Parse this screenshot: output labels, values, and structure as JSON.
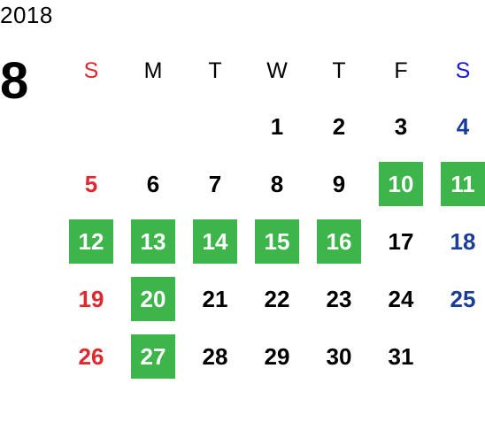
{
  "calendar": {
    "year": "2018",
    "month": "8",
    "weekdays": [
      {
        "label": "S",
        "color": "#e0282e"
      },
      {
        "label": "M",
        "color": "#000000"
      },
      {
        "label": "T",
        "color": "#000000"
      },
      {
        "label": "W",
        "color": "#000000"
      },
      {
        "label": "T",
        "color": "#000000"
      },
      {
        "label": "F",
        "color": "#000000"
      },
      {
        "label": "S",
        "color": "#1a1adc"
      }
    ],
    "colors": {
      "highlight": "#3db54a",
      "sunday": "#e0282e",
      "saturday": "#1a3d9a",
      "weekday": "#000000"
    },
    "weeks": [
      [
        null,
        null,
        null,
        {
          "day": "1"
        },
        {
          "day": "2"
        },
        {
          "day": "3"
        },
        {
          "day": "4"
        }
      ],
      [
        {
          "day": "5"
        },
        {
          "day": "6"
        },
        {
          "day": "7"
        },
        {
          "day": "8"
        },
        {
          "day": "9"
        },
        {
          "day": "10",
          "highlight": true
        },
        {
          "day": "11",
          "highlight": true
        }
      ],
      [
        {
          "day": "12",
          "highlight": true
        },
        {
          "day": "13",
          "highlight": true
        },
        {
          "day": "14",
          "highlight": true
        },
        {
          "day": "15",
          "highlight": true
        },
        {
          "day": "16",
          "highlight": true
        },
        {
          "day": "17"
        },
        {
          "day": "18"
        }
      ],
      [
        {
          "day": "19"
        },
        {
          "day": "20",
          "highlight": true
        },
        {
          "day": "21"
        },
        {
          "day": "22"
        },
        {
          "day": "23"
        },
        {
          "day": "24"
        },
        {
          "day": "25"
        }
      ],
      [
        {
          "day": "26"
        },
        {
          "day": "27",
          "highlight": true
        },
        {
          "day": "28"
        },
        {
          "day": "29"
        },
        {
          "day": "30"
        },
        {
          "day": "31"
        },
        null
      ]
    ]
  }
}
